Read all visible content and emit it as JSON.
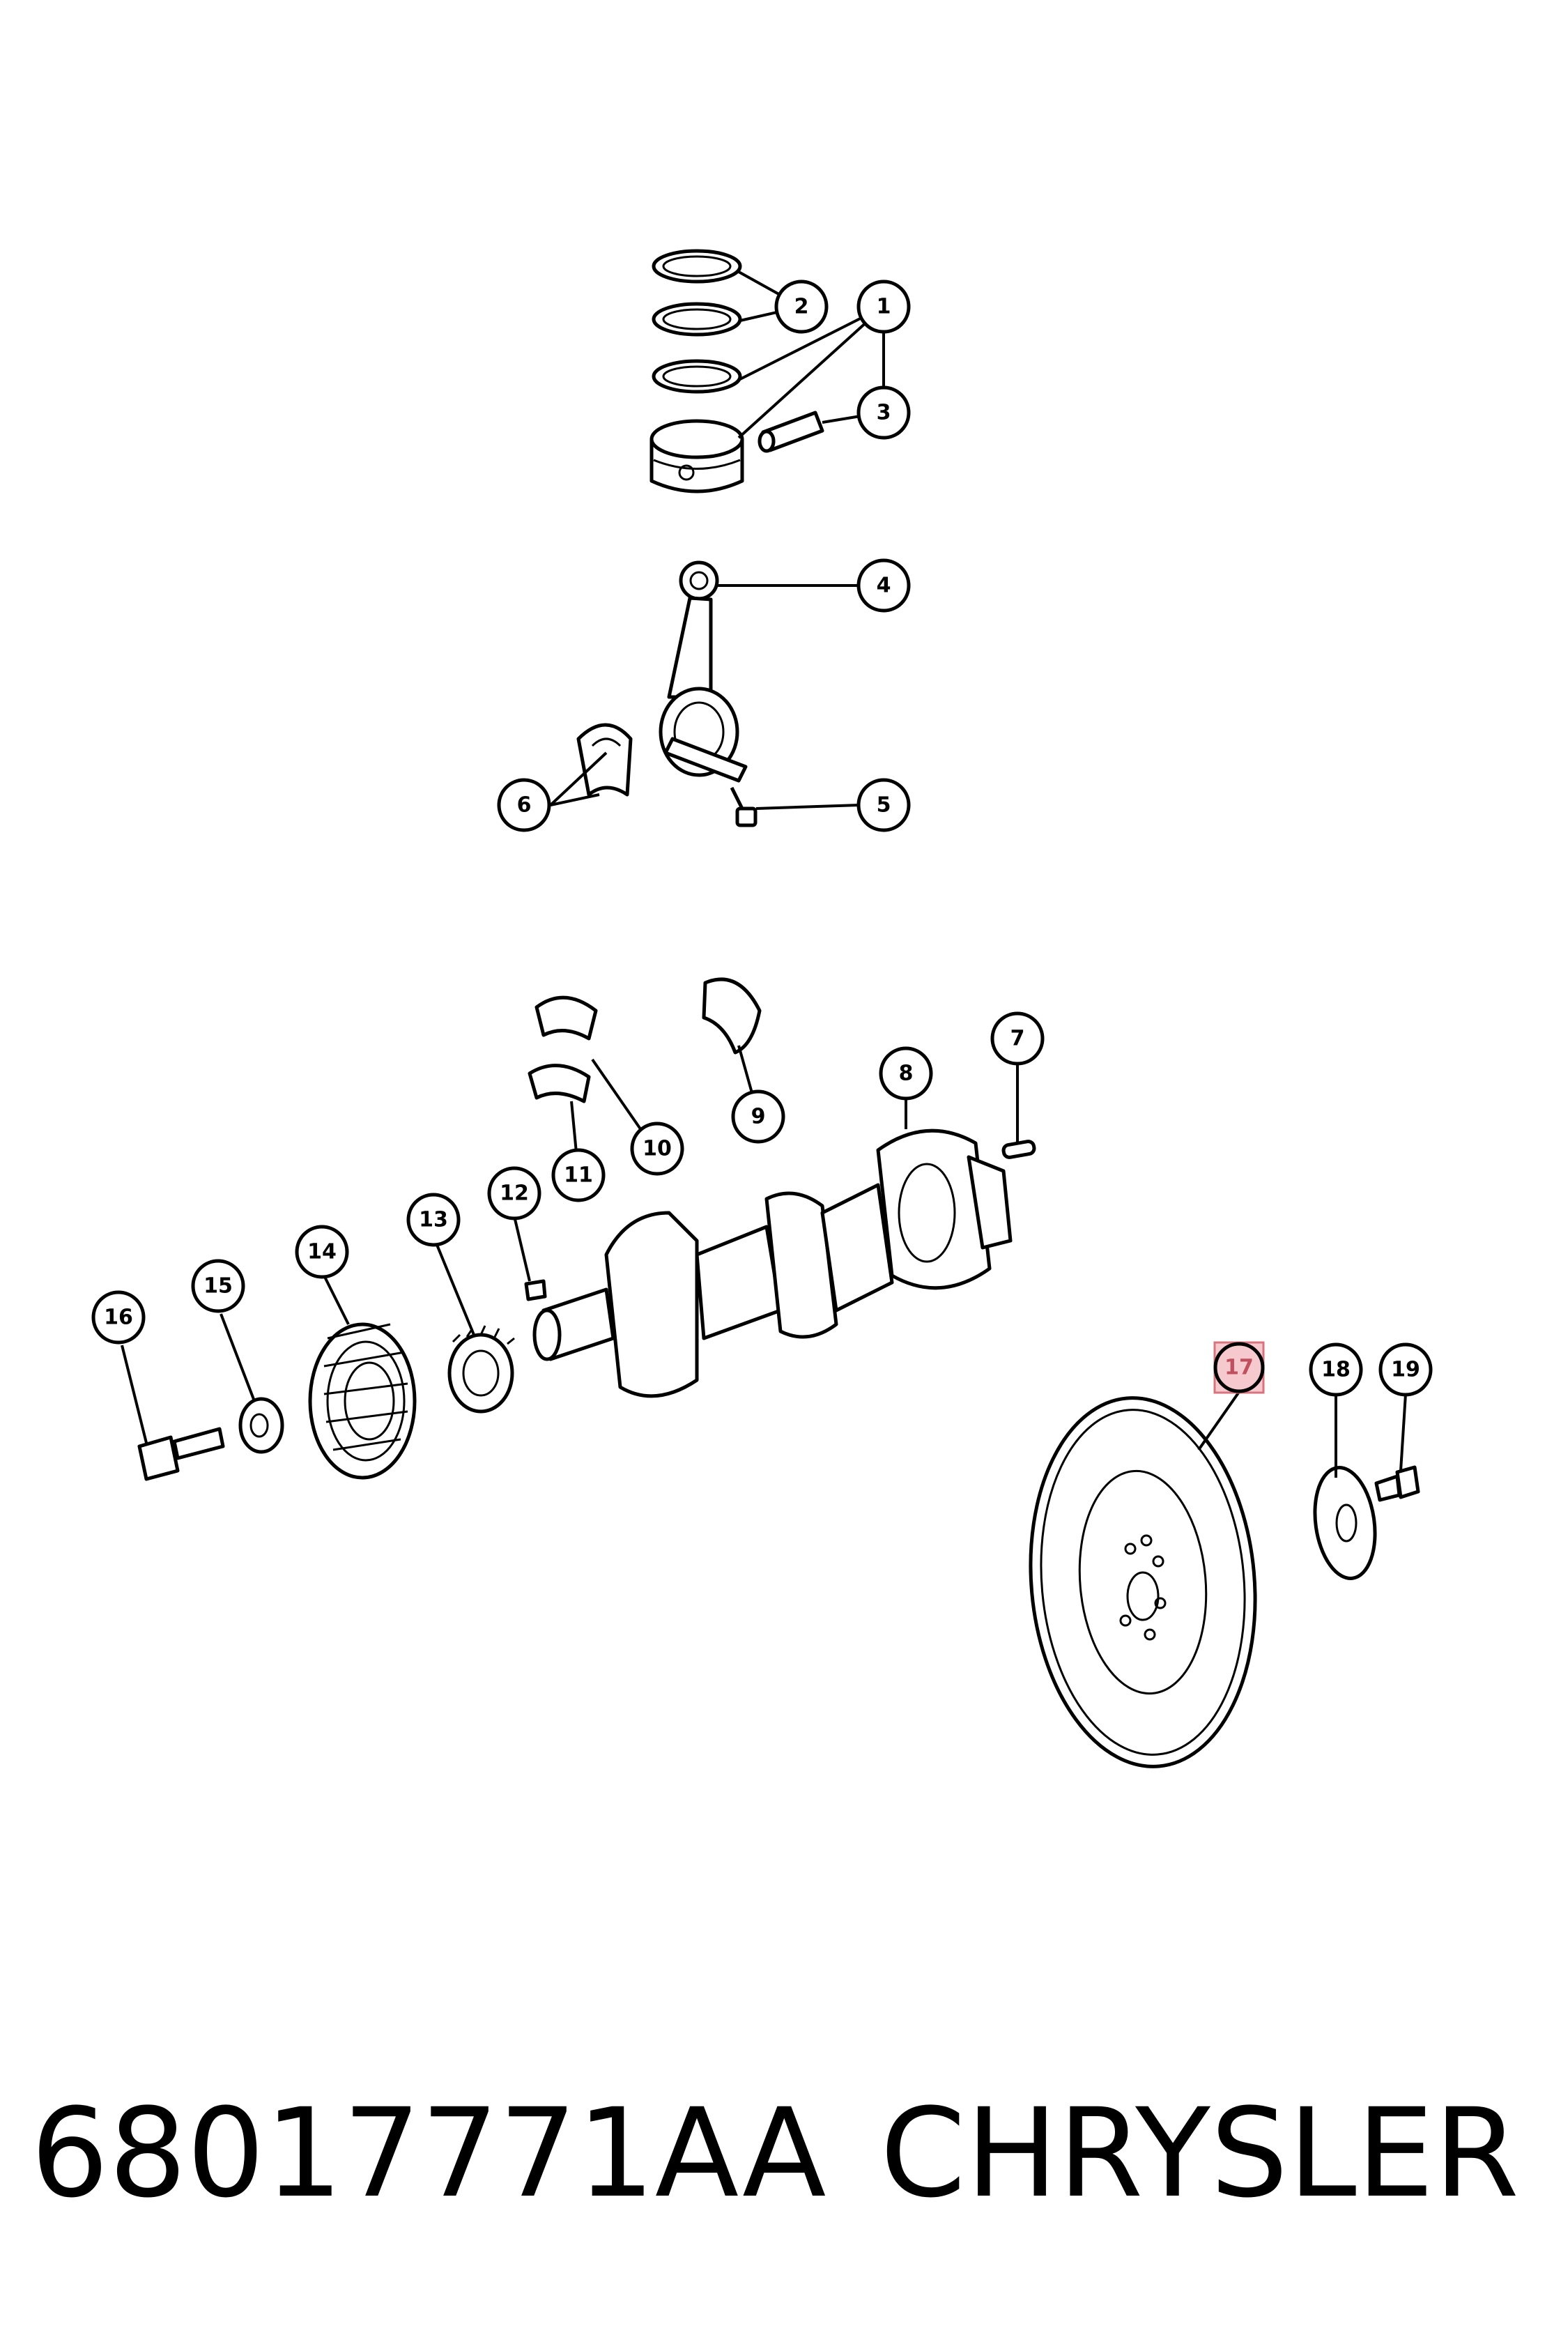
{
  "callouts": [
    {
      "id": "1"
    },
    {
      "id": "2"
    },
    {
      "id": "3"
    },
    {
      "id": "4"
    },
    {
      "id": "5"
    },
    {
      "id": "6"
    },
    {
      "id": "7"
    },
    {
      "id": "8"
    },
    {
      "id": "9"
    },
    {
      "id": "10"
    },
    {
      "id": "11"
    },
    {
      "id": "12"
    },
    {
      "id": "13"
    },
    {
      "id": "14"
    },
    {
      "id": "15"
    },
    {
      "id": "16"
    },
    {
      "id": "17",
      "highlighted": true
    },
    {
      "id": "18"
    },
    {
      "id": "19"
    }
  ],
  "highlight_color": "#f6c9cf",
  "footer": {
    "part_number": "68017771AA",
    "brand": "CHRYSLER"
  }
}
